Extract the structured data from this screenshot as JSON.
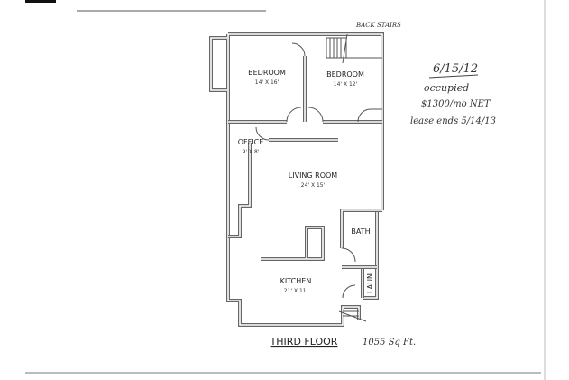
{
  "plan": {
    "title": "THIRD FLOOR",
    "area": "1055 Sq Ft.",
    "back_stairs": "BACK STAIRS",
    "rooms": [
      {
        "name": "BEDROOM",
        "size": "14' X 16'"
      },
      {
        "name": "BEDROOM",
        "size": "14' X 12'"
      },
      {
        "name": "OFFICE",
        "size": "9' X 8'"
      },
      {
        "name": "LIVING ROOM",
        "size": "24' X 15'"
      },
      {
        "name": "BATH",
        "size": ""
      },
      {
        "name": "KITCHEN",
        "size": "21' X 11'"
      },
      {
        "name": "LAUN",
        "size": ""
      }
    ]
  },
  "notes": {
    "date": "6/15/12",
    "status": "occupied",
    "rent": "$1300/mo NET",
    "lease": "lease ends 5/14/13"
  }
}
